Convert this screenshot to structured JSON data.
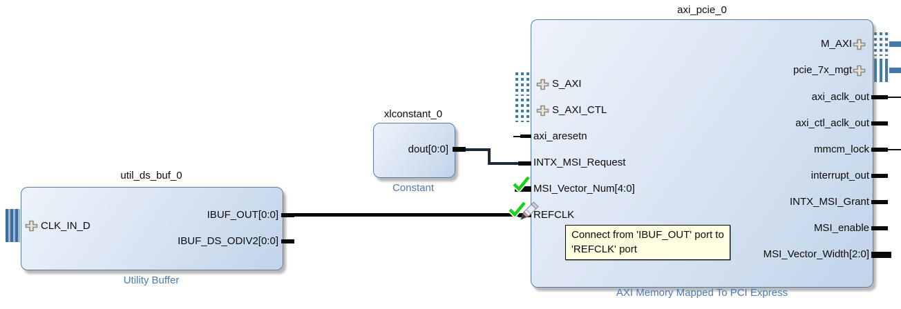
{
  "util_ds_buf": {
    "title": "util_ds_buf_0",
    "type_label": "Utility Buffer",
    "port_clk_in_d": "CLK_IN_D",
    "port_ibuf_out": "IBUF_OUT[0:0]",
    "port_ibuf_ds_odiv2": "IBUF_DS_ODIV2[0:0]"
  },
  "xlconstant": {
    "title": "xlconstant_0",
    "type_label": "Constant",
    "port_dout": "dout[0:0]"
  },
  "axi_pcie": {
    "title": "axi_pcie_0",
    "type_label": "AXI Memory Mapped To PCI Express",
    "left_ports": [
      "S_AXI",
      "S_AXI_CTL",
      "axi_aresetn",
      "INTX_MSI_Request",
      "MSI_Vector_Num[4:0]",
      "REFCLK"
    ],
    "right_ports": [
      "M_AXI",
      "pcie_7x_mgt",
      "axi_aclk_out",
      "axi_ctl_aclk_out",
      "mmcm_lock",
      "interrupt_out",
      "INTX_MSI_Grant",
      "MSI_enable",
      "MSI_Vector_Width[2:0]"
    ]
  },
  "tooltip": {
    "line1": "Connect from 'IBUF_OUT' port to",
    "line2": "'REFCLK' port"
  },
  "colors": {
    "block_border": "#5a7ca3",
    "block_fill_top": "#eef3fa",
    "block_fill_bottom": "#c2d4ea",
    "type_label_blue": "#4a79b6",
    "interface_blue": "#4677a9",
    "wire_black": "#000000",
    "net_navy": "#1b2a3a",
    "tooltip_bg": "#fffee1",
    "check_green": "#1ad11a"
  }
}
